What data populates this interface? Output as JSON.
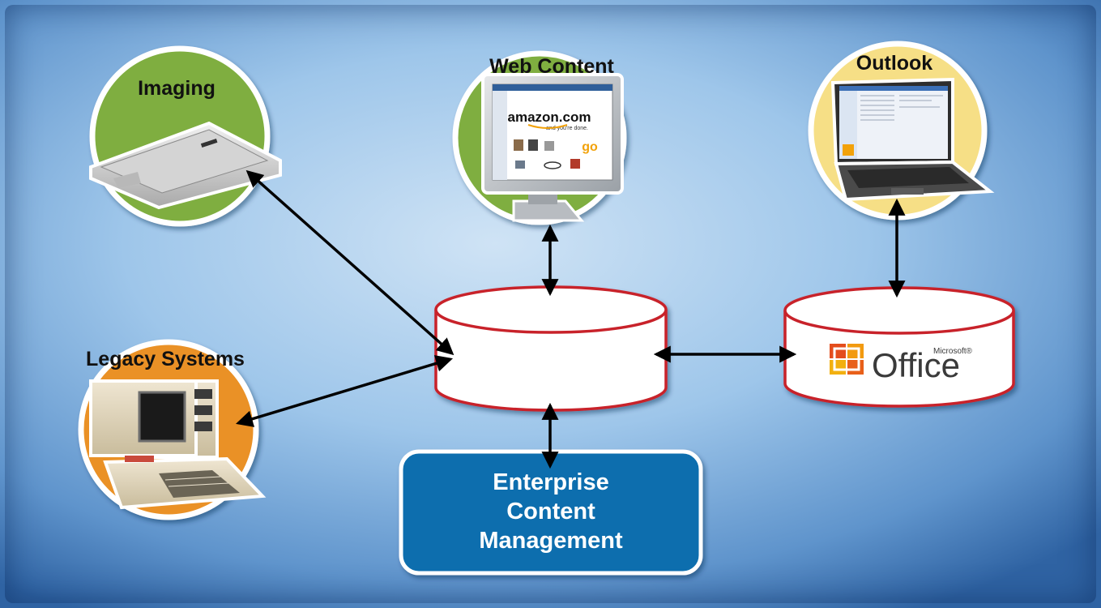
{
  "nodes": {
    "imaging": {
      "label": "Imaging"
    },
    "web_content": {
      "label": "Web Content",
      "site_logo": "amazon.com",
      "site_tagline": "and you're done.",
      "promo": "go"
    },
    "outlook": {
      "label": "Outlook"
    },
    "legacy": {
      "label": "Legacy Systems"
    },
    "office": {
      "brand_small": "Microsoft®",
      "brand_large": "Office"
    },
    "ecm": {
      "line1": "Enterprise",
      "line2": "Content",
      "line3": "Management"
    }
  },
  "colors": {
    "circle_green": "#7fae3f",
    "circle_yellow": "#f6df86",
    "circle_orange": "#ea9125",
    "db_border": "#c8242b",
    "ecm_fill": "#0b6eae"
  }
}
